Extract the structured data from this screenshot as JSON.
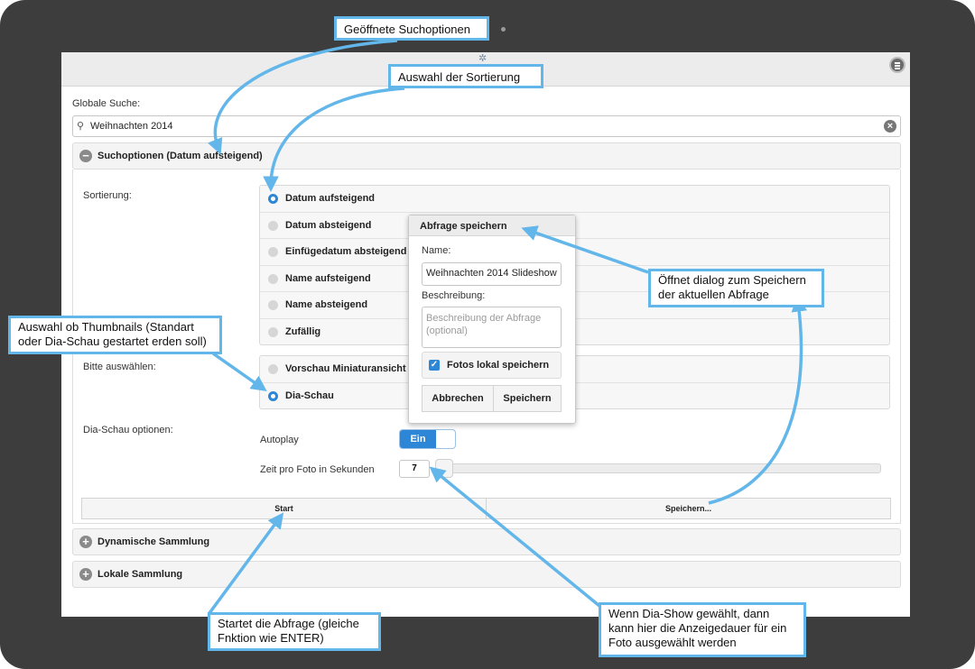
{
  "search": {
    "label": "Globale Suche:",
    "value": "Weihnachten 2014"
  },
  "search_options": {
    "header": "Suchoptionen (Datum aufsteigend)",
    "sort_label": "Sortierung:",
    "sort_options": [
      {
        "label": "Datum aufsteigend",
        "selected": true
      },
      {
        "label": "Datum absteigend",
        "selected": false
      },
      {
        "label": "Einfügedatum absteigend",
        "selected": false
      },
      {
        "label": "Name aufsteigend",
        "selected": false
      },
      {
        "label": "Name absteigend",
        "selected": false
      },
      {
        "label": "Zufällig",
        "selected": false
      }
    ],
    "choose_label": "Bitte auswählen:",
    "view_options": [
      {
        "label": "Vorschau Miniaturansicht",
        "selected": false
      },
      {
        "label": "Dia-Schau",
        "selected": true
      }
    ],
    "slideshow_label": "Dia-Schau optionen:",
    "autoplay_label": "Autoplay",
    "autoplay_value": "Ein",
    "time_label": "Zeit pro Foto in Sekunden",
    "time_value": "7",
    "start_button": "Start",
    "save_button": "Speichern..."
  },
  "sections": {
    "dynamic": "Dynamische Sammlung",
    "local": "Lokale Sammlung"
  },
  "dialog": {
    "title": "Abfrage speichern",
    "name_label": "Name:",
    "name_value": "Weihnachten 2014 Slideshow",
    "desc_label": "Beschreibung:",
    "desc_placeholder": "Beschreibung der Abfrage (optional)",
    "checkbox_label": "Fotos lokal speichern",
    "checkbox_checked": true,
    "cancel_button": "Abbrechen",
    "save_button": "Speichern"
  },
  "callouts": {
    "opened_options": "Geöffnete Suchoptionen",
    "sort_choice": "Auswahl der Sortierung",
    "thumbnails_choice": "Auswahl ob Thumbnails (Standart oder Dia-Schau gestartet erden soll)",
    "save_dialog": "Öffnet dialog zum Speichern der aktuellen Abfrage",
    "start_query": "Startet die Abfrage (gleiche Fnktion wie ENTER)",
    "slideshow_time": "Wenn Dia-Show gewählt, dann kann hier die Anzeigedauer für ein Foto ausgewählt werden"
  },
  "colors": {
    "accent": "#2e86d6",
    "callout_border": "#62b6e9",
    "frame": "#3d3d3d"
  }
}
